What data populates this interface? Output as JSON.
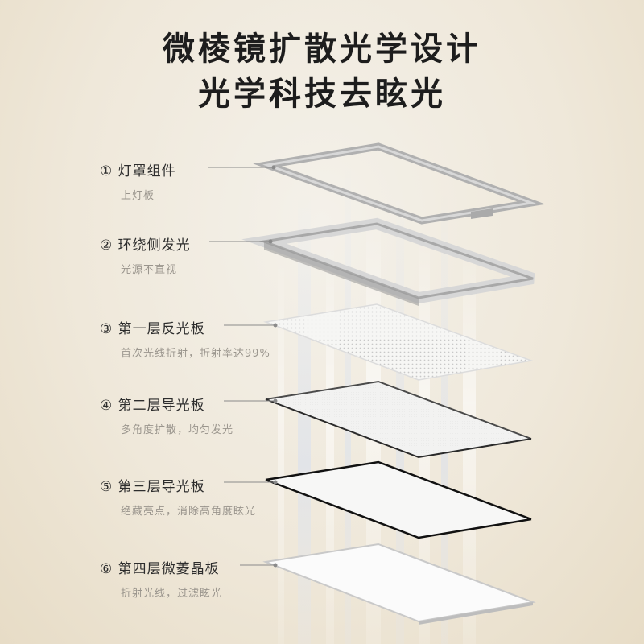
{
  "headline": {
    "line1": "微棱镜扩散光学设计",
    "line2": "光学科技去眩光"
  },
  "layers": [
    {
      "title": "① 灯罩组件",
      "subtitle": "上灯板"
    },
    {
      "title": "② 环绕侧发光",
      "subtitle": "光源不直视"
    },
    {
      "title": "③ 第一层反光板",
      "subtitle": "首次光线折射，折射率达99%"
    },
    {
      "title": "④ 第二层导光板",
      "subtitle": "多角度扩散，均匀发光"
    },
    {
      "title": "⑤ 第三层导光板",
      "subtitle": "绝藏亮点，消除高角度眩光"
    },
    {
      "title": "⑥ 第四层微菱晶板",
      "subtitle": "折射光线，过滤眩光"
    }
  ],
  "colors": {
    "background": "#efe8da",
    "frame_gray": "#b9b9b9",
    "panel_edge_dark": "#1a1a1a",
    "leader_line": "#8a8a8a"
  }
}
